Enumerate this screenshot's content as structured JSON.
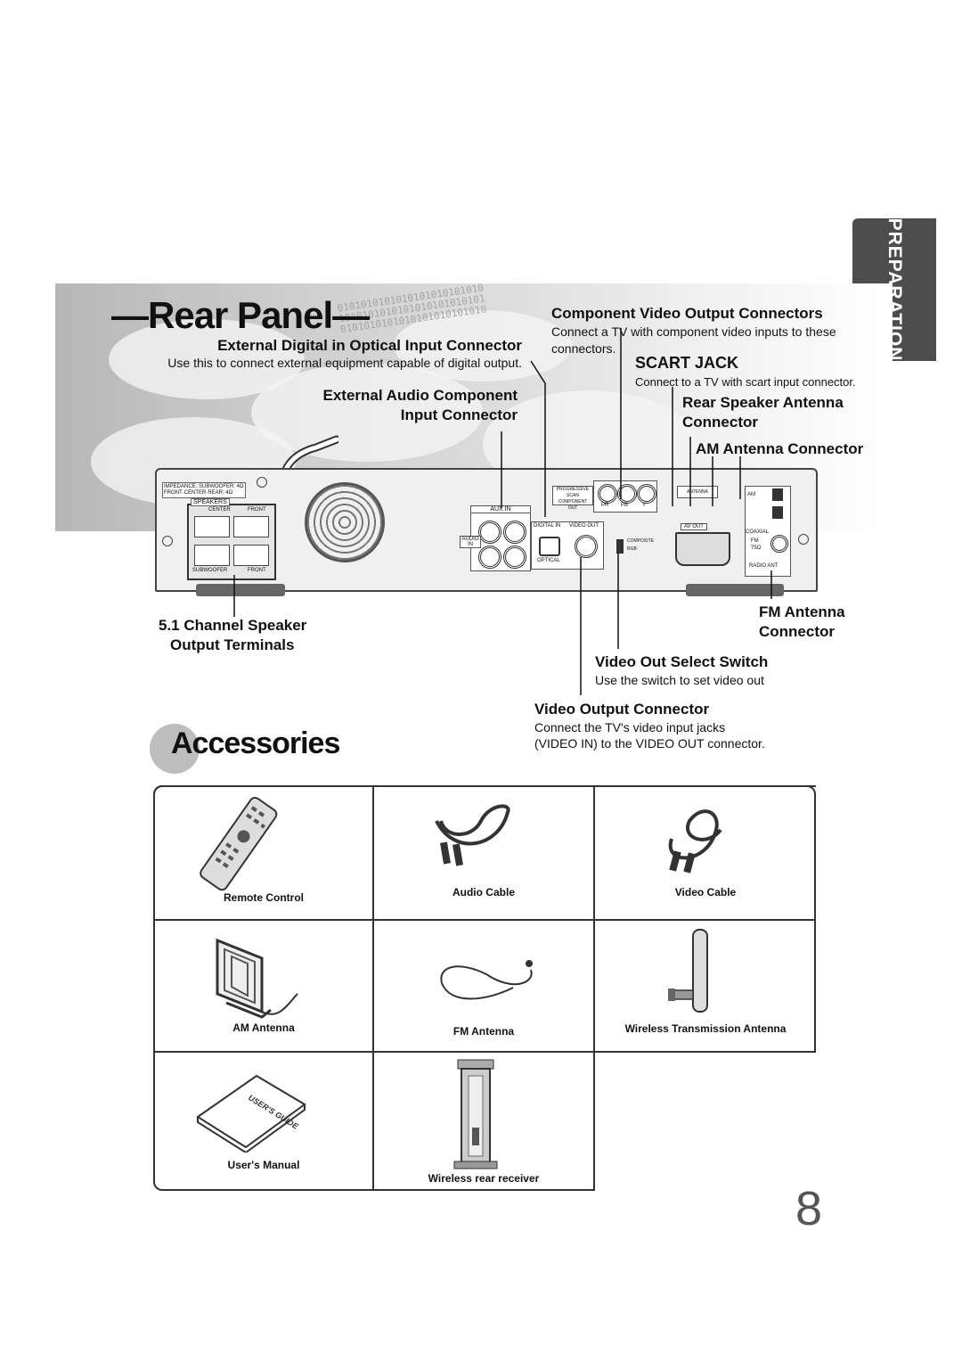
{
  "side_tab": "PREPARATION",
  "rear_panel": {
    "title": "—Rear Panel—",
    "optical": {
      "title": "External Digital in Optical Input Connector",
      "desc": "Use this to connect external equipment capable of digital output."
    },
    "ext_audio": {
      "line1": "External Audio Component",
      "line2": "Input Connector"
    },
    "component": {
      "title": "Component Video Output Connectors",
      "desc1": "Connect a TV with component video inputs to these",
      "desc2": "connectors."
    },
    "scart": {
      "title": "SCART JACK",
      "desc": "Connect to a TV with scart input connector."
    },
    "rear_antenna": {
      "line1": "Rear Speaker Antenna",
      "line2": "Connector"
    },
    "am_antenna": "AM Antenna Connector",
    "speaker_terminals": {
      "line1": "5.1 Channel Speaker",
      "line2": "Output Terminals"
    },
    "fm_antenna": {
      "line1": "FM Antenna",
      "line2": "Connector"
    },
    "video_switch": {
      "title": "Video Out Select Switch",
      "desc": "Use the switch to set video out"
    },
    "video_output": {
      "title": "Video Output Connector",
      "desc1": "Connect the TV's video input jacks",
      "desc2": "(VIDEO IN) to the VIDEO OUT connector."
    }
  },
  "device_labels": {
    "speakers": "SPEAKERS",
    "center": "CENTER",
    "front": "FRONT",
    "subwoofer": "SUBWOOFER",
    "aux_in": "AUX IN",
    "audio_in": "AUDIO IN",
    "digital_in": "DIGITAL IN",
    "video_out": "VIDEO OUT",
    "optical": "OPTICAL",
    "progressive": "PROGRESSIVE SCAN",
    "component_out": "COMPONENT OUT",
    "pr": "PR",
    "pb": "PB",
    "y": "Y",
    "composite": "COMPOSITE",
    "rgb": "RGB",
    "av_out": "AV OUT",
    "antenna": "ANTENNA",
    "am": "AM",
    "coaxial": "COAXIAL",
    "fm": "FM",
    "ohm": "75Ω",
    "radio_ant": "RADIO ANT",
    "speaker_spec1": "IMPEDANCE: SUBWOOFER: 4Ω",
    "speaker_spec2": "FRONT·CENTER·REAR: 4Ω"
  },
  "accessories": {
    "title": "Accessories",
    "items": [
      "Remote Control",
      "Audio Cable",
      "Video Cable",
      "AM Antenna",
      "FM Antenna",
      "Wireless Transmission Antenna",
      "User's Manual",
      "Wireless rear receiver"
    ],
    "manual_cover": "USER'S GUIDE"
  },
  "page_number": "8"
}
